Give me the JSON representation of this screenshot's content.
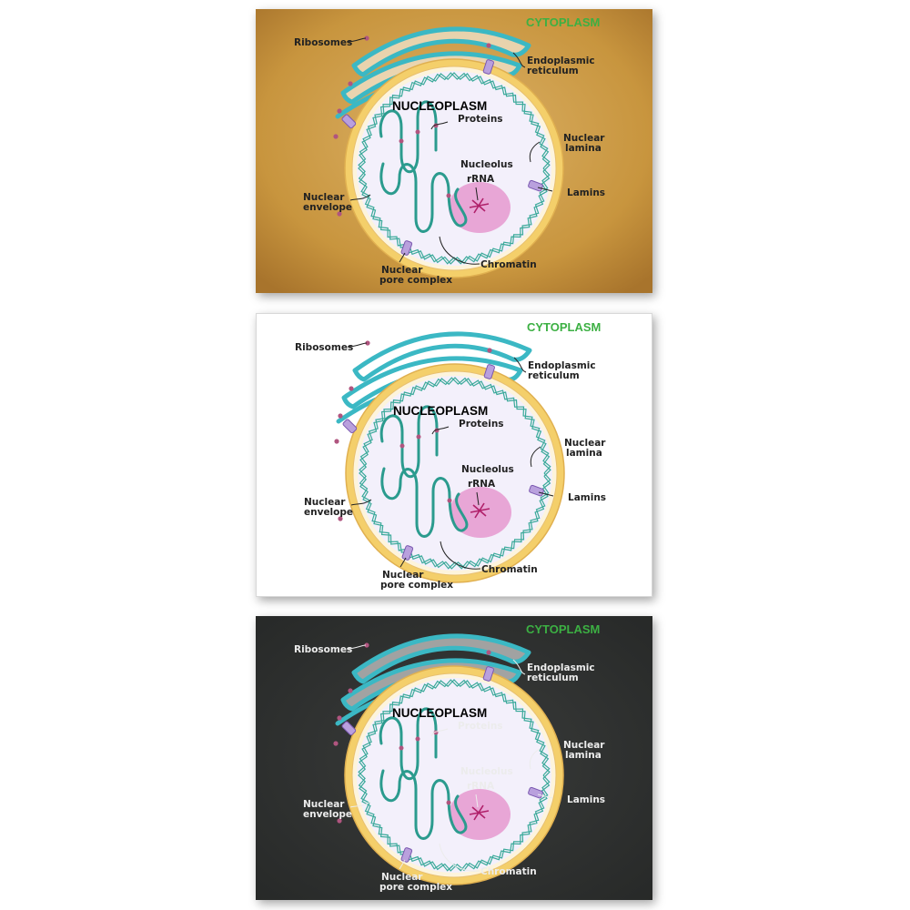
{
  "diagram": {
    "cytoplasm_label": "CYTOPLASM",
    "nucleoplasm_label": "NUCLEOPLASM",
    "labels": {
      "ribosomes": "Ribosomes",
      "er_line1": "Endoplasmic",
      "er_line2": "reticulum",
      "proteins": "Proteins",
      "nuclear_lamina_line1": "Nuclear",
      "nuclear_lamina_line2": "lamina",
      "nucleolus": "Nucleolus",
      "rrna": "rRNA",
      "lamins": "Lamins",
      "nuclear_envelope_line1": "Nuclear",
      "nuclear_envelope_line2": "envelope",
      "chromatin": "Chromatin",
      "pore_line1": "Nuclear",
      "pore_line2": "pore complex"
    }
  },
  "colors": {
    "cytoplasm_title": "#3cb043",
    "nucleoplasm_title": "#7b2a8c",
    "er_teal": "#3bb8c4",
    "lamina_teal": "#3aa99a",
    "envelope_yellow": "#f4cf6a",
    "nucleolus_pink": "#e8a6d6",
    "pore_purple": "#b9a0dd"
  },
  "panels": [
    {
      "name": "parchment",
      "background": "#c9973f",
      "label_color": "#222222"
    },
    {
      "name": "white",
      "background": "#ffffff",
      "label_color": "#222222"
    },
    {
      "name": "chalkboard",
      "background": "#2f3130",
      "label_color": "#ececec"
    }
  ]
}
